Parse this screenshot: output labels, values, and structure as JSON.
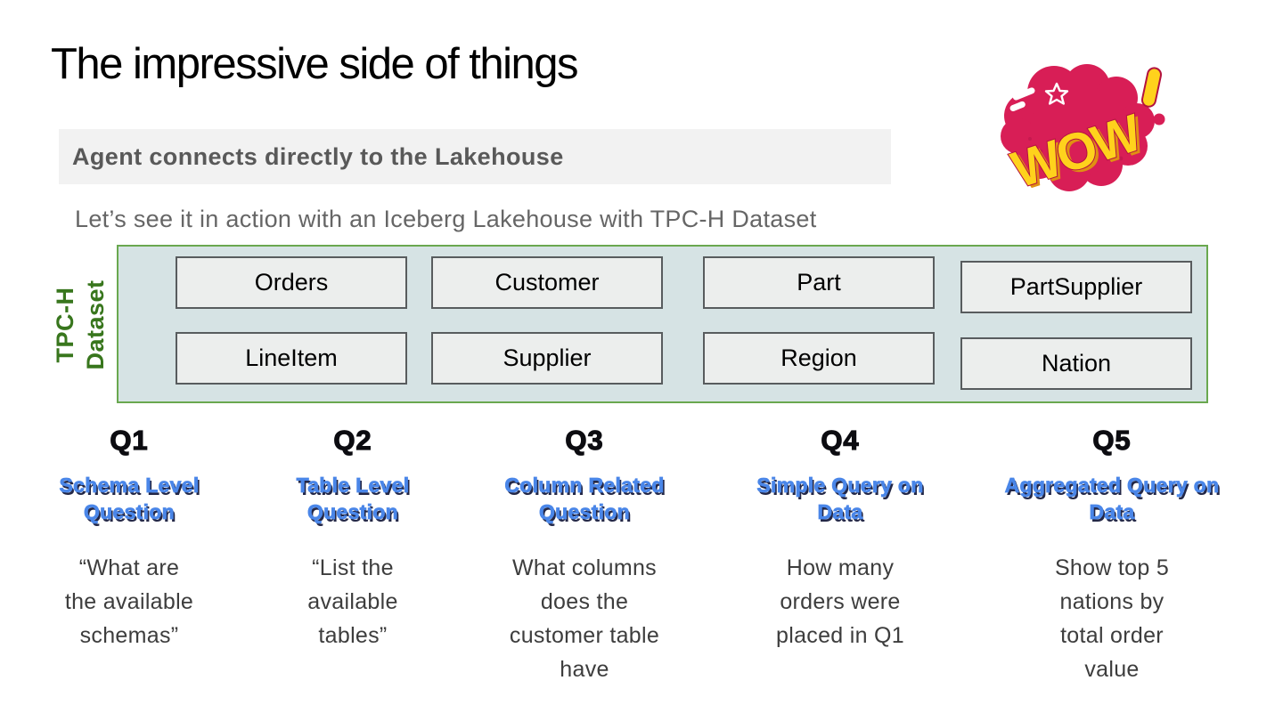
{
  "slide": {
    "title": "The impressive side of things",
    "banner": "Agent connects directly to the Lakehouse",
    "subtitle": "Let’s see it in action with an Iceberg Lakehouse with TPC-H Dataset"
  },
  "sticker": {
    "word": "WOW",
    "mark": "!"
  },
  "dataset": {
    "label_line1": "TPC-H",
    "label_line2": "Dataset",
    "tables": [
      "Orders",
      "Customer",
      "Part",
      "PartSupplier",
      "LineItem",
      "Supplier",
      "Region",
      "Nation"
    ]
  },
  "questions": [
    {
      "id": "Q1",
      "topic": "Schema Level\nQuestion",
      "text": "“What are\nthe available\nschemas”"
    },
    {
      "id": "Q2",
      "topic": "Table Level\nQuestion",
      "text": "“List the\navailable\ntables”"
    },
    {
      "id": "Q3",
      "topic": "Column Related\nQuestion",
      "text": "What columns\ndoes the\ncustomer table\nhave"
    },
    {
      "id": "Q4",
      "topic": "Simple Query on\nData",
      "text": "How many\norders were\nplaced in Q1"
    },
    {
      "id": "Q5",
      "topic": "Aggregated Query on\nData",
      "text": "Show top 5\nnations by\ntotal order\nvalue"
    }
  ],
  "colors": {
    "banner_bg": "#f2f2f2",
    "banner_text": "#595959",
    "container_bg": "#d6e3e4",
    "container_border": "#6aa84f",
    "dataset_label_text": "#38761d",
    "table_box_bg": "#eceeed",
    "table_box_border": "#585c5e",
    "question_topic_blue": "#4a86e8",
    "sticker_crimson": "#d81e56",
    "sticker_yellow": "#ffd21c"
  }
}
